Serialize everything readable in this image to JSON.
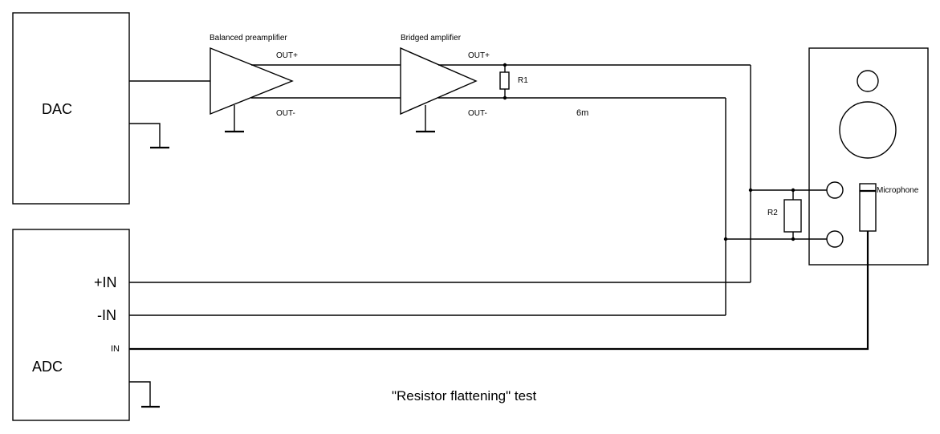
{
  "blocks": {
    "dac": "DAC",
    "adc": "ADC"
  },
  "labels": {
    "balanced_preamplifier": "Balanced preamplifier",
    "bridged_amplifier": "Bridged amplifier",
    "pre_out_plus": "OUT+",
    "pre_out_minus": "OUT-",
    "amp_out_plus": "OUT+",
    "amp_out_minus": "OUT-",
    "r1": "R1",
    "r2": "R2",
    "cable_length": "6m",
    "microphone": "Microphone",
    "adc_plus_in": "+IN",
    "adc_minus_in": "-IN",
    "adc_in": "IN"
  },
  "caption": "\"Resistor flattening\" test"
}
